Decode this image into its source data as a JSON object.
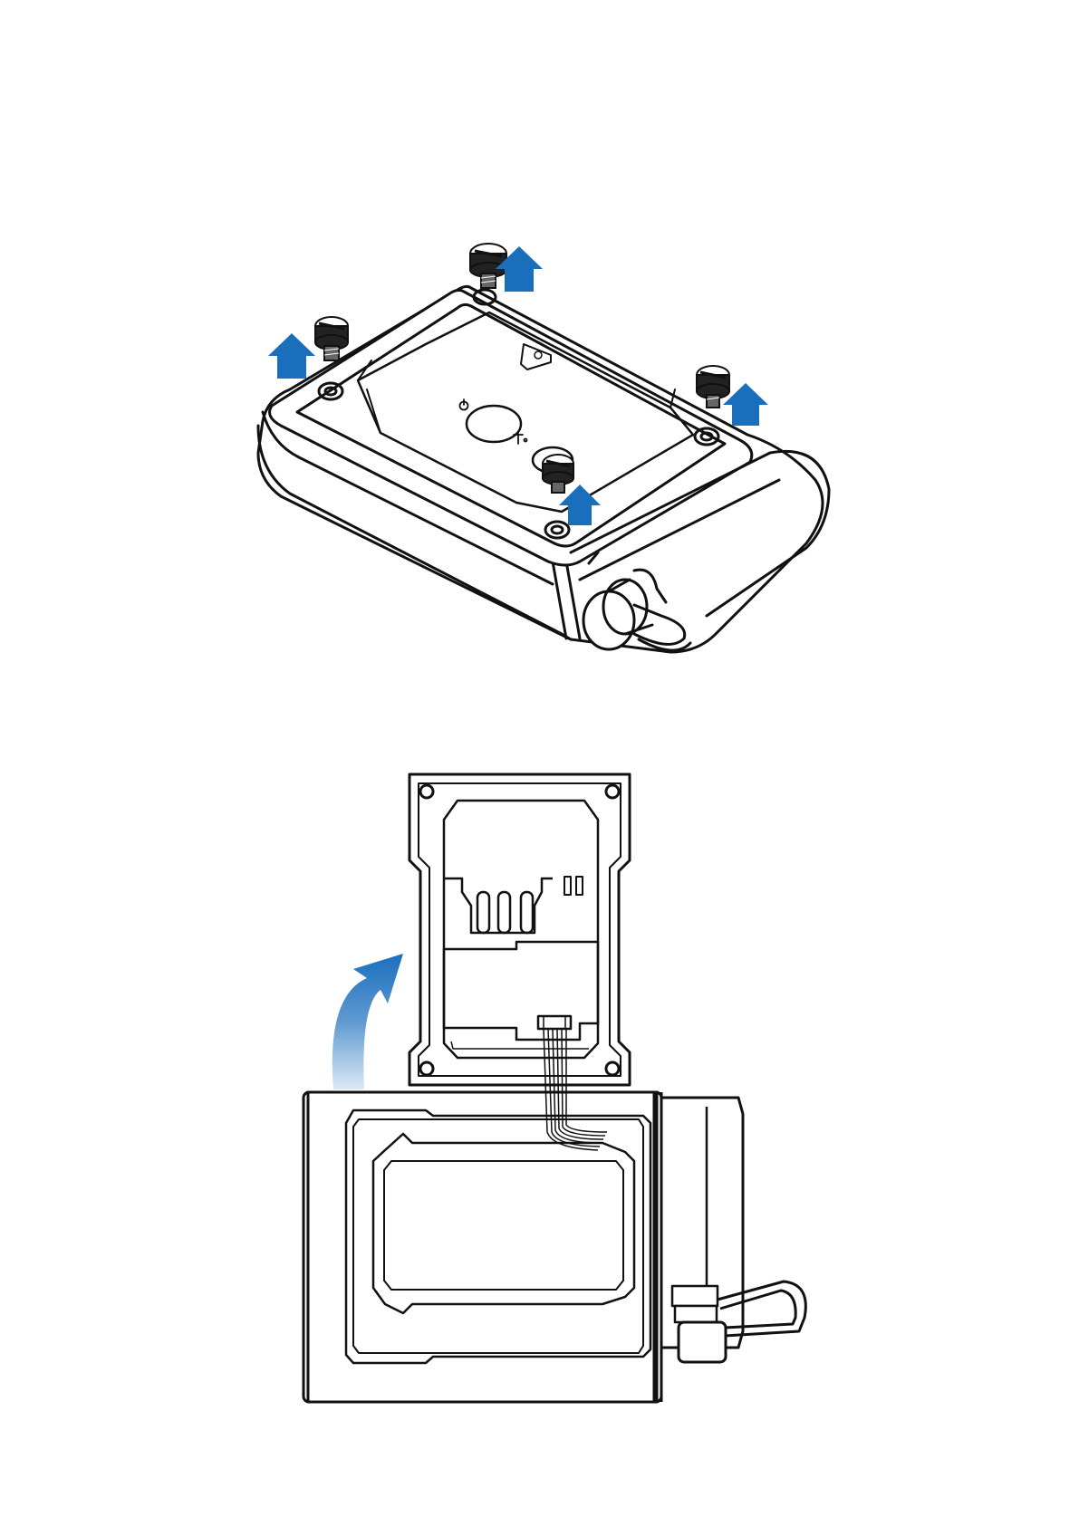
{
  "figure": {
    "description_visible_text": "",
    "arrow_color": "#1a6fbd",
    "line_color": "#111111",
    "fill_color": "#ffffff",
    "screw_color": "#222222"
  },
  "panel_top": {
    "icons": [
      "power-symbol-icon",
      "antenna-symbol-icon"
    ]
  },
  "panel_bottom": {
    "components": [
      "sim-card-slot",
      "connector",
      "wire-harness"
    ]
  }
}
